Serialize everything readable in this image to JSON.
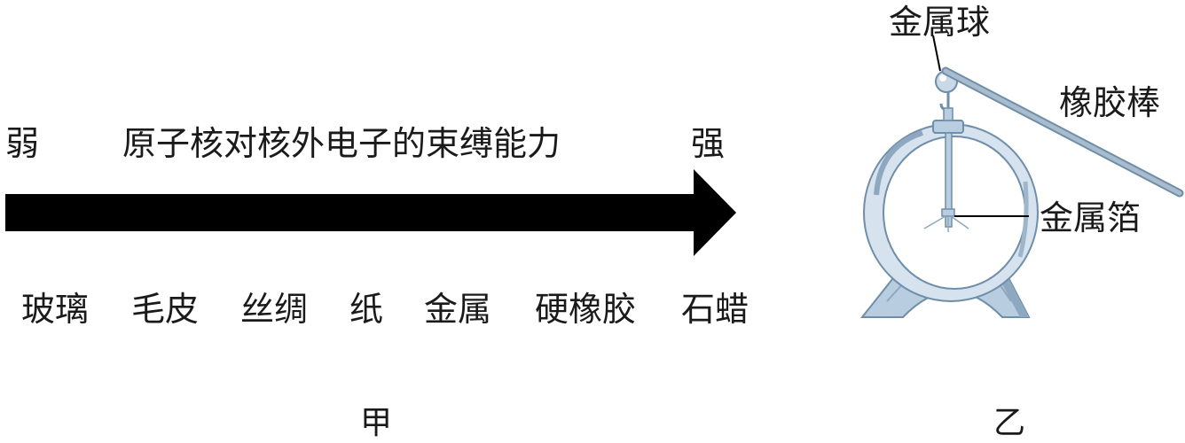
{
  "panel_a": {
    "weak_label": "弱",
    "strong_label": "强",
    "axis_title": "原子核对核外电子的束缚能力",
    "materials": [
      "玻璃",
      "毛皮",
      "丝绸",
      "纸",
      "金属",
      "硬橡胶",
      "石蜡"
    ],
    "caption": "甲"
  },
  "panel_b": {
    "ball_label": "金属球",
    "rod_label": "橡胶棒",
    "foil_label": "金属箔",
    "caption": "乙"
  },
  "colors": {
    "arrow": "#000000",
    "device_fill": "#b9cde0",
    "device_stroke": "#6f8ea9",
    "device_dark": "#8ea8bf",
    "rod": "#8fa4b8"
  }
}
